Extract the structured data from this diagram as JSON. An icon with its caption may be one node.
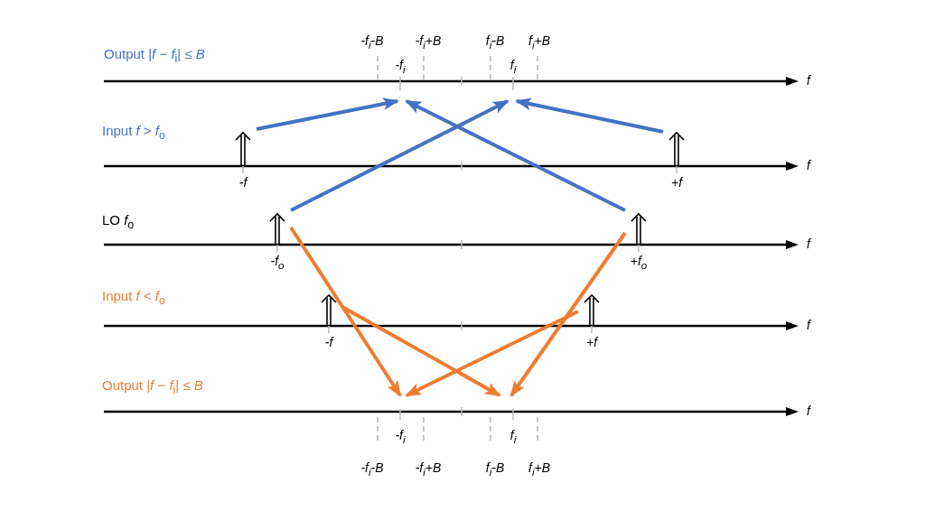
{
  "diagram": {
    "nodes": [
      {
        "text": [
          "-f$_{i}$"
        ]
      },
      {
        "text": [
          "f$_{i}$"
        ]
      },
      {
        "text": [
          "-f"
        ]
      },
      {
        "text": [
          "+f"
        ]
      },
      {
        "text": [
          "-f$_{o}$"
        ]
      },
      {
        "text": [
          "+f$_{o}$"
        ]
      },
      {
        "text": [
          "-f"
        ]
      },
      {
        "text": [
          "+f"
        ]
      },
      {
        "text": [
          "-f$_{i}$"
        ]
      },
      {
        "text": [
          "f$_{i}$"
        ]
      }
    ],
    "edges": [
      {
        "from": 2,
        "to": 0,
        "arrow": "to",
        "color": "#4472c4"
      },
      {
        "from": 4,
        "to": 1,
        "arrow": "to",
        "color": "#4472c4"
      },
      {
        "from": 5,
        "to": 0,
        "arrow": "to",
        "color": "#4472c4"
      },
      {
        "from": 3,
        "to": 1,
        "arrow": "to",
        "color": "#4472c4"
      },
      {
        "from": 4,
        "to": 8,
        "arrow": "to",
        "color": "#ed7d31"
      },
      {
        "from": 6,
        "to": 9,
        "arrow": "to",
        "color": "#ed7d31"
      },
      {
        "from": 5,
        "to": 9,
        "arrow": "to",
        "color": "#ed7d31"
      },
      {
        "from": 7,
        "to": 8,
        "arrow": "to",
        "color": "#ed7d31"
      }
    ],
    "labels": [
      "-f$_{i}$-B",
      "-f$_{i}$+B",
      "f$_{i}$-B",
      "f$_{i}$+B",
      "Output |*f* − *f*$_{i}$| ≤ *B*",
      "f",
      "Input *f* > *f*$_{o}$",
      "f",
      "LO *f*$_{o}$",
      "f",
      "Input *f* < *f*$_{o}$",
      "f",
      "Output |*f* − *f*$_{i}$| ≤ *B*",
      "f",
      "-f$_{i}$-B",
      "-f$_{i}$+B",
      "f$_{i}$-B",
      "f$_{i}$+B"
    ]
  }
}
